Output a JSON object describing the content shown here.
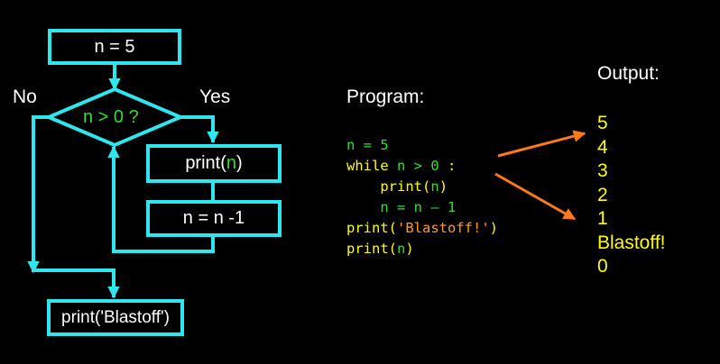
{
  "flowchart": {
    "start": "n = 5",
    "decision": "n > 0 ?",
    "no_label": "No",
    "yes_label": "Yes",
    "print_pre": "print(",
    "print_var": "n",
    "print_post": ")",
    "decrement": "n = n -1",
    "blastoff": "print('Blastoff')"
  },
  "program": {
    "heading": "Program:",
    "lines": [
      {
        "indent": "",
        "parts": [
          {
            "t": "n = 5",
            "c": "c-green"
          }
        ]
      },
      {
        "indent": "",
        "parts": [
          {
            "t": "while",
            "c": "c-yellow"
          },
          {
            "t": " n > 0",
            "c": "c-green"
          },
          {
            "t": " :",
            "c": "c-yellow"
          }
        ]
      },
      {
        "indent": "    ",
        "parts": [
          {
            "t": "print",
            "c": "c-yellow"
          },
          {
            "t": "(",
            "c": "c-yellow"
          },
          {
            "t": "n",
            "c": "c-green"
          },
          {
            "t": ")",
            "c": "c-yellow"
          }
        ]
      },
      {
        "indent": "    ",
        "parts": [
          {
            "t": "n = n – 1",
            "c": "c-green"
          }
        ]
      },
      {
        "indent": "",
        "parts": [
          {
            "t": "print",
            "c": "c-yellow"
          },
          {
            "t": "(",
            "c": "c-yellow"
          },
          {
            "t": "'Blastoff!'",
            "c": "c-orange"
          },
          {
            "t": ")",
            "c": "c-yellow"
          }
        ]
      },
      {
        "indent": "",
        "parts": [
          {
            "t": "print",
            "c": "c-yellow"
          },
          {
            "t": "(",
            "c": "c-yellow"
          },
          {
            "t": "n",
            "c": "c-green"
          },
          {
            "t": ")",
            "c": "c-yellow"
          }
        ]
      }
    ]
  },
  "output": {
    "heading": "Output:",
    "lines": [
      "5",
      "4",
      "3",
      "2",
      "1",
      "Blastoff!",
      "0"
    ]
  },
  "colors": {
    "flow_line": "#2ee6ee",
    "arrow": "#ff7a1a",
    "code_keyword": "#ffff00",
    "code_variable": "#33dd33",
    "code_string": "#ff9a2a"
  }
}
